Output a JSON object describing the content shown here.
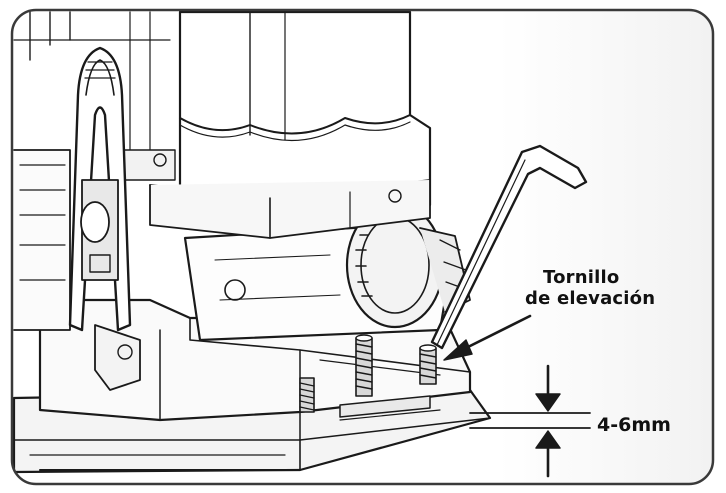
{
  "callout": {
    "line1": "Tornillo",
    "line2": "de elevación"
  },
  "measurement": {
    "value": "4-6mm"
  },
  "colors": {
    "stroke": "#1a1a1a",
    "shade": "#cfcfcf",
    "background": "#ffffff"
  },
  "icons": {
    "pointer": "arrow-pointer-icon",
    "gap_top": "arrow-down-icon",
    "gap_bottom": "arrow-up-icon",
    "tool": "hex-key-icon"
  }
}
